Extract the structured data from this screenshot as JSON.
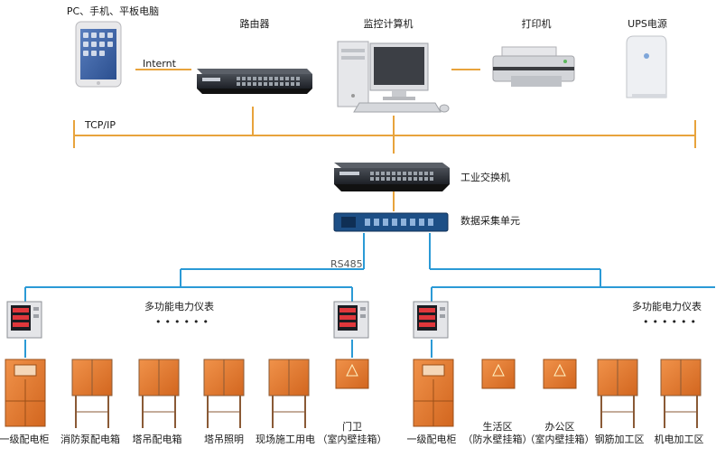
{
  "top": {
    "pc_label": "PC、手机、平板电脑",
    "router_label": "路由器",
    "monitor_label": "监控计算机",
    "printer_label": "打印机",
    "ups_label": "UPS电源",
    "internet_label": "Internt",
    "tcpip_label": "TCP/IP"
  },
  "middle": {
    "switch_label": "工业交换机",
    "collector_label": "数据采集单元",
    "rs485_label": "RS485"
  },
  "left_group": {
    "meter_label": "多功能电力仪表",
    "dots": "••••••",
    "cabinets": [
      "一级配电柜",
      "消防泵配电箱",
      "塔吊配电箱",
      "塔吊照明",
      "现场施工用电"
    ],
    "guard_line1": "门卫",
    "guard_line2": "（室内壁挂箱）"
  },
  "right_group": {
    "meter_label": "多功能电力仪表",
    "dots": "••••••",
    "cabinets": [
      "一级配电柜",
      "钢筋加工区",
      "机电加工区"
    ],
    "living_line1": "生活区",
    "living_line2": "（防水壁挂箱）",
    "office_line1": "办公区",
    "office_line2": "（室内壁挂箱）"
  },
  "colors": {
    "bus_line": "#e8a33c",
    "rs485_line": "#2b9ad6",
    "cabinet_orange": "#e0782e",
    "cabinet_frame": "#8a5a36"
  }
}
